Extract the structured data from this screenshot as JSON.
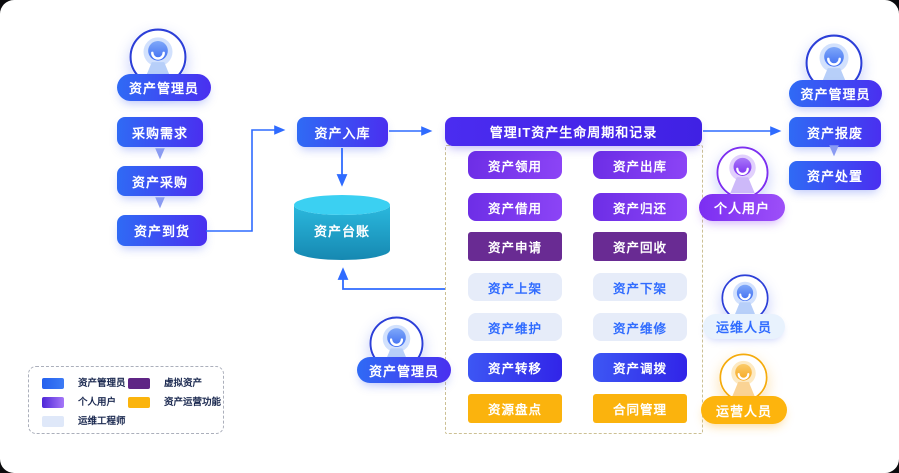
{
  "actors": {
    "asset_manager_left": "资产管理员",
    "asset_manager_right": "资产管理员",
    "asset_manager_bottom": "资产管理员",
    "personal_user": "个人用户",
    "ops_staff": "运维人员",
    "operation_staff": "运营人员"
  },
  "left_flow": {
    "steps": [
      "采购需求",
      "资产采购",
      "资产到货"
    ]
  },
  "storage": {
    "inbound": "资产入库",
    "ledger": "资产台账"
  },
  "lifecycle_panel": {
    "title": "管理IT资产生命周期和记录",
    "items": [
      {
        "label": "资产领用",
        "style": "purple"
      },
      {
        "label": "资产出库",
        "style": "purple"
      },
      {
        "label": "资产借用",
        "style": "purple"
      },
      {
        "label": "资产归还",
        "style": "purple"
      },
      {
        "label": "资产申请",
        "style": "dark-purple"
      },
      {
        "label": "资产回收",
        "style": "dark-purple"
      },
      {
        "label": "资产上架",
        "style": "light"
      },
      {
        "label": "资产下架",
        "style": "light"
      },
      {
        "label": "资产维护",
        "style": "light"
      },
      {
        "label": "资产维修",
        "style": "light"
      },
      {
        "label": "资产转移",
        "style": "blue"
      },
      {
        "label": "资产调拨",
        "style": "blue"
      },
      {
        "label": "资源盘点",
        "style": "yellow"
      },
      {
        "label": "合同管理",
        "style": "yellow"
      }
    ]
  },
  "right_flow": {
    "steps": [
      "资产报废",
      "资产处置"
    ]
  },
  "legend": {
    "entries": [
      {
        "label": "资产管理员",
        "swatch": "blue"
      },
      {
        "label": "虚拟资产",
        "swatch": "dark-purple"
      },
      {
        "label": "个人用户",
        "swatch": "purple-gradient"
      },
      {
        "label": "资产运营功能",
        "swatch": "yellow"
      },
      {
        "label": "运维工程师",
        "swatch": "light"
      }
    ]
  },
  "colors": {
    "accent_blue": "#2f6bff",
    "indigo": "#4a2ff0",
    "purple": "#8c44f6",
    "dark_purple": "#692b93",
    "yellow": "#fbb30d",
    "cyan_cylinder": "#1fa9d0",
    "light_pill": "#e6ecf9"
  }
}
